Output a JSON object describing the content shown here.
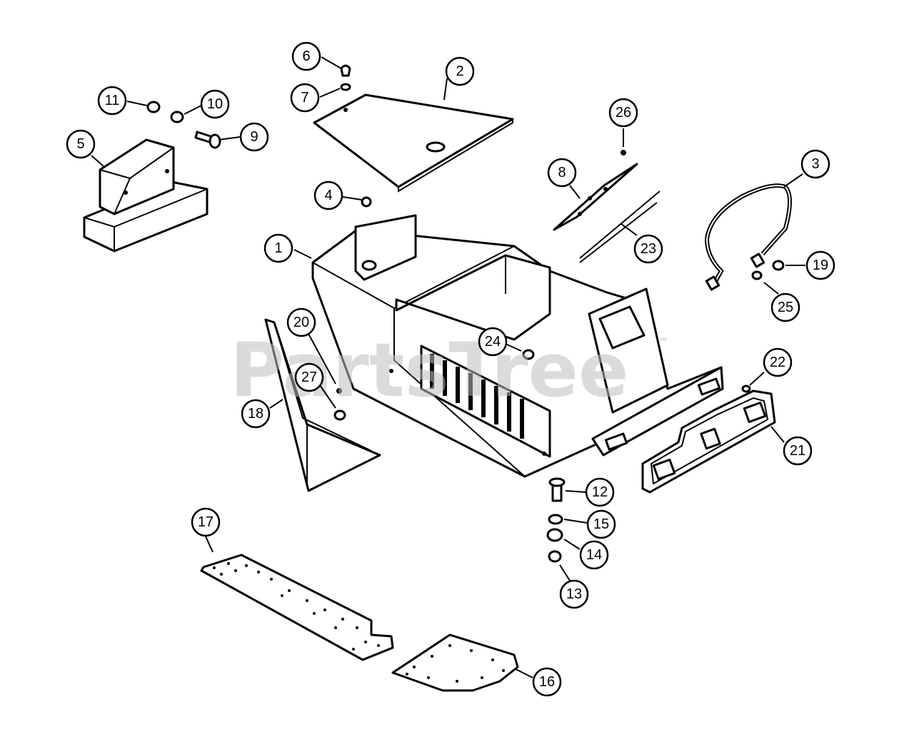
{
  "watermark": {
    "text": "PartsTree",
    "trademark": "™"
  },
  "callouts": [
    {
      "id": "c1",
      "label": "1"
    },
    {
      "id": "c2",
      "label": "2"
    },
    {
      "id": "c3",
      "label": "3"
    },
    {
      "id": "c4",
      "label": "4"
    },
    {
      "id": "c5",
      "label": "5"
    },
    {
      "id": "c6",
      "label": "6"
    },
    {
      "id": "c7",
      "label": "7"
    },
    {
      "id": "c8",
      "label": "8"
    },
    {
      "id": "c9",
      "label": "9"
    },
    {
      "id": "c10",
      "label": "10"
    },
    {
      "id": "c11",
      "label": "11"
    },
    {
      "id": "c12",
      "label": "12"
    },
    {
      "id": "c13",
      "label": "13"
    },
    {
      "id": "c14",
      "label": "14"
    },
    {
      "id": "c15",
      "label": "15"
    },
    {
      "id": "c16",
      "label": "16"
    },
    {
      "id": "c17",
      "label": "17"
    },
    {
      "id": "c18",
      "label": "18"
    },
    {
      "id": "c19",
      "label": "19"
    },
    {
      "id": "c20",
      "label": "20"
    },
    {
      "id": "c21",
      "label": "21"
    },
    {
      "id": "c22",
      "label": "22"
    },
    {
      "id": "c23",
      "label": "23"
    },
    {
      "id": "c24",
      "label": "24"
    },
    {
      "id": "c25",
      "label": "25"
    },
    {
      "id": "c26",
      "label": "26"
    },
    {
      "id": "c27",
      "label": "27"
    }
  ]
}
